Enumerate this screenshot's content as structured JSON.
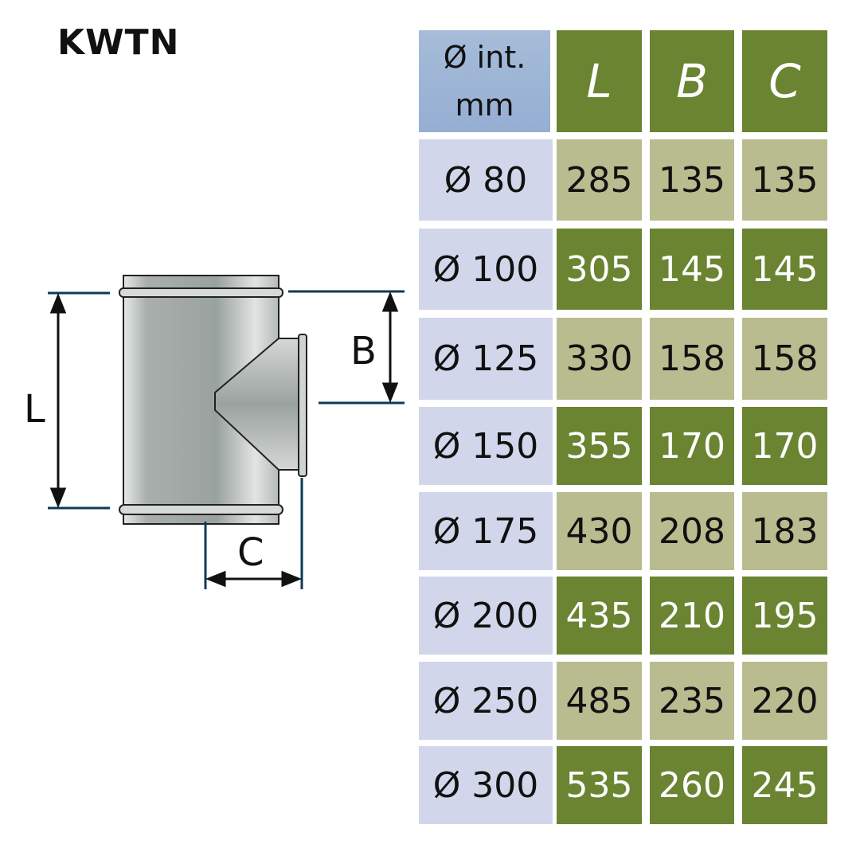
{
  "title": "KWTN",
  "drawing": {
    "label_L": "L",
    "label_B": "B",
    "label_C": "C"
  },
  "table": {
    "header": {
      "first_line1": "Ø int.",
      "first_line2": "mm",
      "columns": [
        "L",
        "B",
        "C"
      ]
    },
    "rows": [
      {
        "dia": "Ø 80",
        "values": [
          "285",
          "135",
          "135"
        ]
      },
      {
        "dia": "Ø 100",
        "values": [
          "305",
          "145",
          "145"
        ]
      },
      {
        "dia": "Ø 125",
        "values": [
          "330",
          "158",
          "158"
        ]
      },
      {
        "dia": "Ø 150",
        "values": [
          "355",
          "170",
          "170"
        ]
      },
      {
        "dia": "Ø 175",
        "values": [
          "430",
          "208",
          "183"
        ]
      },
      {
        "dia": "Ø 200",
        "values": [
          "435",
          "210",
          "195"
        ]
      },
      {
        "dia": "Ø 250",
        "values": [
          "485",
          "235",
          "220"
        ]
      },
      {
        "dia": "Ø 300",
        "values": [
          "535",
          "260",
          "245"
        ]
      }
    ]
  },
  "colors": {
    "dark_green": "#6a8431",
    "light_green": "#b8bc8f",
    "lavender": "#d1d6ea",
    "header_blue": "#9fb5d6",
    "dimension_line": "#0e3a5a"
  }
}
